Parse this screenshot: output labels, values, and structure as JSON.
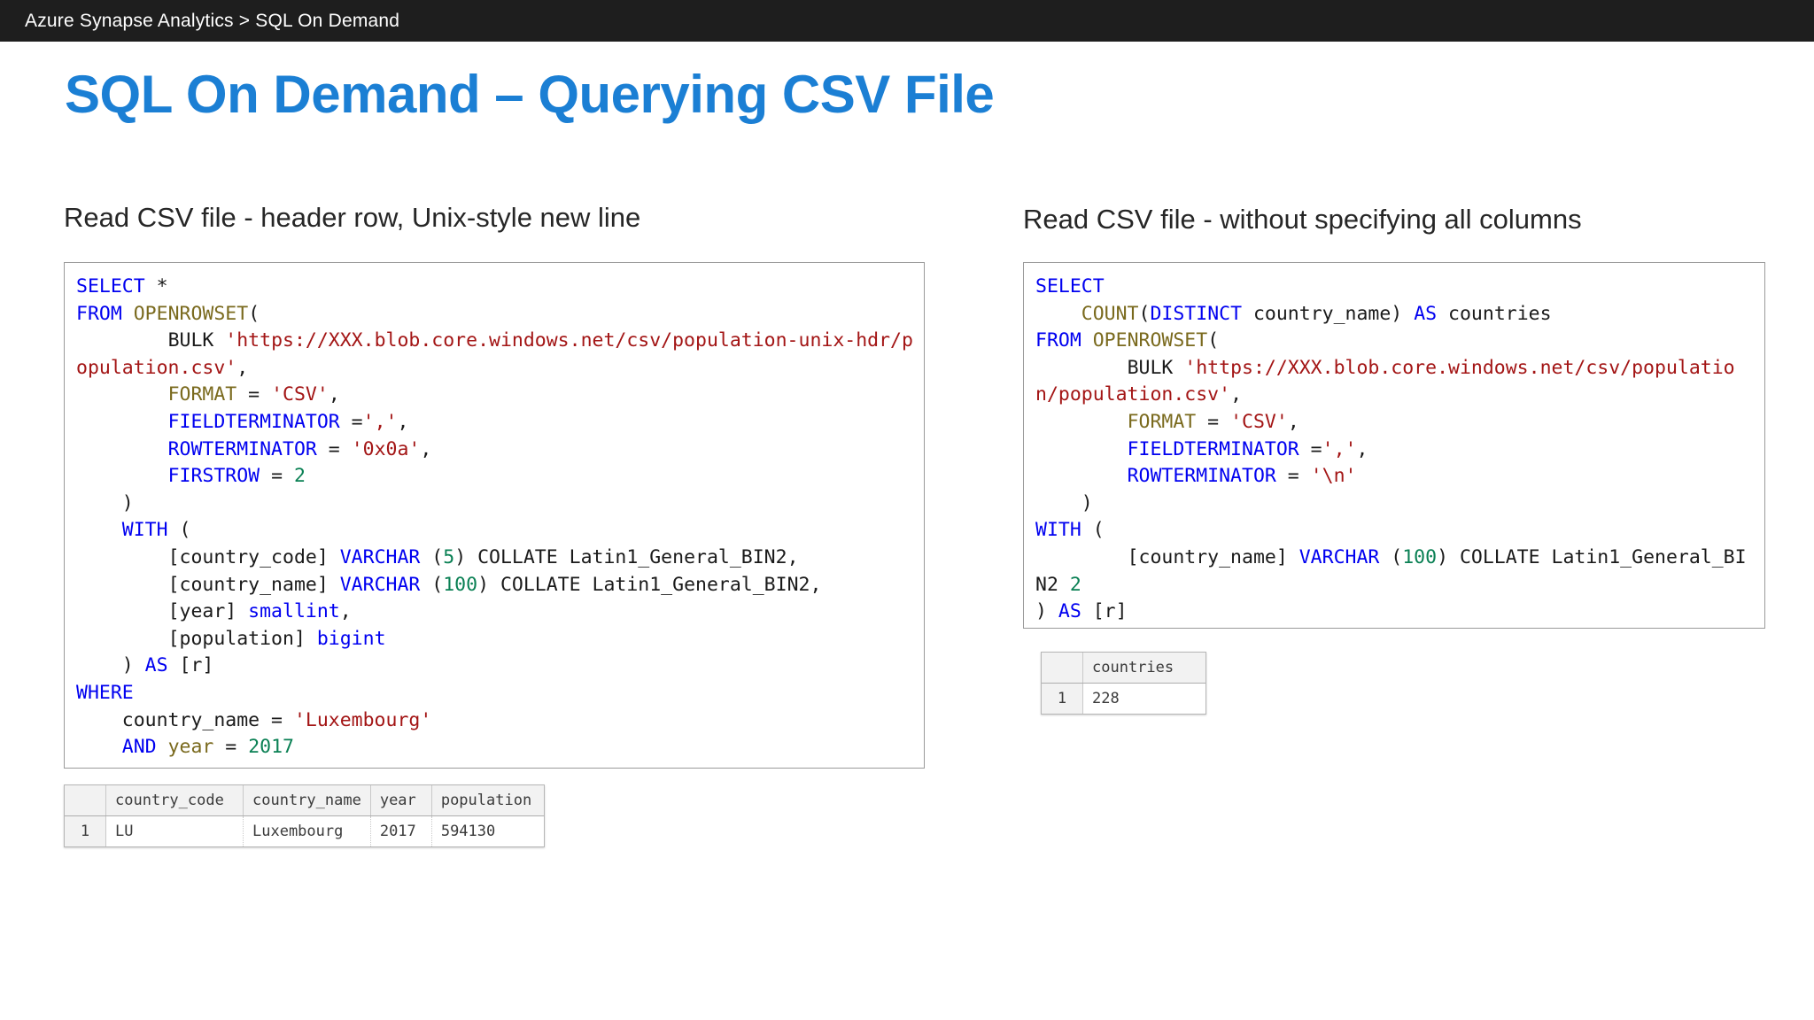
{
  "topbar": {
    "breadcrumb": "Azure Synapse Analytics  >  SQL On Demand"
  },
  "slide": {
    "title": "SQL On Demand – Querying CSV File",
    "title_color": "#1b7fd4"
  },
  "left_panel": {
    "heading": "Read CSV file - header row, Unix-style new line",
    "code_lines": [
      [
        {
          "t": "SELECT",
          "c": "kw"
        },
        {
          "t": " *",
          "c": "pl"
        }
      ],
      [
        {
          "t": "FROM",
          "c": "kw"
        },
        {
          "t": " ",
          "c": "pl"
        },
        {
          "t": "OPENROWSET",
          "c": "fn"
        },
        {
          "t": "(",
          "c": "pl"
        }
      ],
      [
        {
          "t": "        BULK ",
          "c": "pl"
        },
        {
          "t": "'https://XXX.blob.core.windows.net/csv/population-unix-hdr/population.csv'",
          "c": "str"
        },
        {
          "t": ",",
          "c": "pl"
        }
      ],
      [
        {
          "t": "        ",
          "c": "pl"
        },
        {
          "t": "FORMAT",
          "c": "fn"
        },
        {
          "t": " = ",
          "c": "pl"
        },
        {
          "t": "'CSV'",
          "c": "str"
        },
        {
          "t": ",",
          "c": "pl"
        }
      ],
      [
        {
          "t": "        ",
          "c": "pl"
        },
        {
          "t": "FIELDTERMINATOR",
          "c": "kw"
        },
        {
          "t": " =",
          "c": "pl"
        },
        {
          "t": "','",
          "c": "str"
        },
        {
          "t": ",",
          "c": "pl"
        }
      ],
      [
        {
          "t": "        ",
          "c": "pl"
        },
        {
          "t": "ROWTERMINATOR",
          "c": "kw"
        },
        {
          "t": " = ",
          "c": "pl"
        },
        {
          "t": "'0x0a'",
          "c": "str"
        },
        {
          "t": ",",
          "c": "pl"
        }
      ],
      [
        {
          "t": "        ",
          "c": "pl"
        },
        {
          "t": "FIRSTROW",
          "c": "kw"
        },
        {
          "t": " = ",
          "c": "pl"
        },
        {
          "t": "2",
          "c": "num"
        }
      ],
      [
        {
          "t": "    )",
          "c": "pl"
        }
      ],
      [
        {
          "t": "    ",
          "c": "pl"
        },
        {
          "t": "WITH",
          "c": "kw"
        },
        {
          "t": " (",
          "c": "pl"
        }
      ],
      [
        {
          "t": "        [country_code] ",
          "c": "pl"
        },
        {
          "t": "VARCHAR",
          "c": "kw"
        },
        {
          "t": " (",
          "c": "pl"
        },
        {
          "t": "5",
          "c": "num"
        },
        {
          "t": ") COLLATE Latin1_General_BIN2,",
          "c": "pl"
        }
      ],
      [
        {
          "t": "        [country_name] ",
          "c": "pl"
        },
        {
          "t": "VARCHAR",
          "c": "kw"
        },
        {
          "t": " (",
          "c": "pl"
        },
        {
          "t": "100",
          "c": "num"
        },
        {
          "t": ") COLLATE Latin1_General_BIN2,",
          "c": "pl"
        }
      ],
      [
        {
          "t": "        [year] ",
          "c": "pl"
        },
        {
          "t": "smallint",
          "c": "kw"
        },
        {
          "t": ",",
          "c": "pl"
        }
      ],
      [
        {
          "t": "        [population] ",
          "c": "pl"
        },
        {
          "t": "bigint",
          "c": "kw"
        }
      ],
      [
        {
          "t": "    ) ",
          "c": "pl"
        },
        {
          "t": "AS",
          "c": "kw"
        },
        {
          "t": " [r]",
          "c": "pl"
        }
      ],
      [
        {
          "t": "WHERE",
          "c": "kw"
        }
      ],
      [
        {
          "t": "    country_name = ",
          "c": "pl"
        },
        {
          "t": "'Luxembourg'",
          "c": "str"
        }
      ],
      [
        {
          "t": "    ",
          "c": "pl"
        },
        {
          "t": "AND",
          "c": "kw"
        },
        {
          "t": " ",
          "c": "pl"
        },
        {
          "t": "year",
          "c": "fn"
        },
        {
          "t": " = ",
          "c": "pl"
        },
        {
          "t": "2017",
          "c": "num"
        }
      ]
    ],
    "result": {
      "columns": [
        "",
        "country_code",
        "country_name",
        "year",
        "population"
      ],
      "rows": [
        [
          "1",
          "LU",
          "Luxembourg",
          "2017",
          "594130"
        ]
      ]
    }
  },
  "right_panel": {
    "heading": "Read CSV file - without specifying all columns",
    "code_lines": [
      [
        {
          "t": "SELECT",
          "c": "kw"
        }
      ],
      [
        {
          "t": "    ",
          "c": "pl"
        },
        {
          "t": "COUNT",
          "c": "fn"
        },
        {
          "t": "(",
          "c": "pl"
        },
        {
          "t": "DISTINCT",
          "c": "kw"
        },
        {
          "t": " country_name) ",
          "c": "pl"
        },
        {
          "t": "AS",
          "c": "kw"
        },
        {
          "t": " countries",
          "c": "pl"
        }
      ],
      [
        {
          "t": "FROM",
          "c": "kw"
        },
        {
          "t": " ",
          "c": "pl"
        },
        {
          "t": "OPENROWSET",
          "c": "fn"
        },
        {
          "t": "(",
          "c": "pl"
        }
      ],
      [
        {
          "t": "        BULK ",
          "c": "pl"
        },
        {
          "t": "'https://XXX.blob.core.windows.net/csv/population/population.csv'",
          "c": "str"
        },
        {
          "t": ",",
          "c": "pl"
        }
      ],
      [
        {
          "t": "        ",
          "c": "pl"
        },
        {
          "t": "FORMAT",
          "c": "fn"
        },
        {
          "t": " = ",
          "c": "pl"
        },
        {
          "t": "'CSV'",
          "c": "str"
        },
        {
          "t": ",",
          "c": "pl"
        }
      ],
      [
        {
          "t": "        ",
          "c": "pl"
        },
        {
          "t": "FIELDTERMINATOR",
          "c": "kw"
        },
        {
          "t": " =",
          "c": "pl"
        },
        {
          "t": "','",
          "c": "str"
        },
        {
          "t": ",",
          "c": "pl"
        }
      ],
      [
        {
          "t": "        ",
          "c": "pl"
        },
        {
          "t": "ROWTERMINATOR",
          "c": "kw"
        },
        {
          "t": " = ",
          "c": "pl"
        },
        {
          "t": "'\\n'",
          "c": "str"
        }
      ],
      [
        {
          "t": "    )",
          "c": "pl"
        }
      ],
      [
        {
          "t": "WITH",
          "c": "kw"
        },
        {
          "t": " (",
          "c": "pl"
        }
      ],
      [
        {
          "t": "        [country_name] ",
          "c": "pl"
        },
        {
          "t": "VARCHAR",
          "c": "kw"
        },
        {
          "t": " (",
          "c": "pl"
        },
        {
          "t": "100",
          "c": "num"
        },
        {
          "t": ") COLLATE Latin1_General_BIN2 ",
          "c": "pl"
        },
        {
          "t": "2",
          "c": "num"
        }
      ],
      [
        {
          "t": ") ",
          "c": "pl"
        },
        {
          "t": "AS",
          "c": "kw"
        },
        {
          "t": " [r]",
          "c": "pl"
        }
      ]
    ],
    "result": {
      "columns": [
        "",
        "countries"
      ],
      "rows": [
        [
          "1",
          "228"
        ]
      ]
    }
  }
}
